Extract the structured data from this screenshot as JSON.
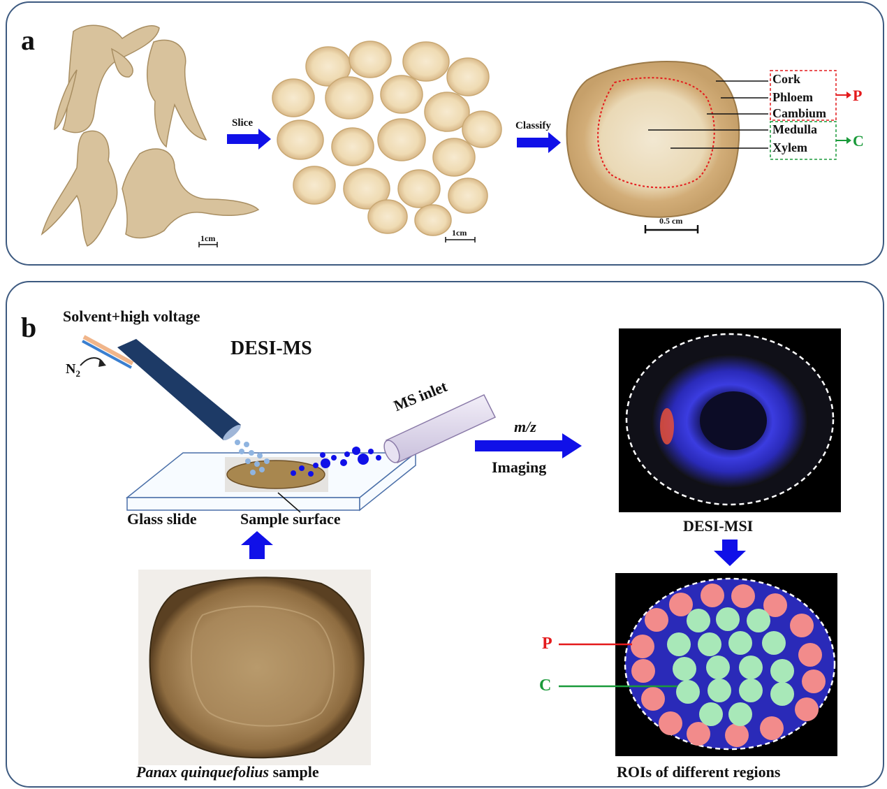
{
  "panel_a": {
    "letter": "a",
    "arrow_slice": "Slice",
    "arrow_classify": "Classify",
    "scale_roots": "1cm",
    "scale_slices": "1cm",
    "scale_section": "0.5 cm",
    "tissue_labels": [
      "Cork",
      "Phloem",
      "Cambium",
      "Medulla",
      "Xylem"
    ],
    "group_p": "P",
    "group_c": "C"
  },
  "panel_b": {
    "letter": "b",
    "solvent": "Solvent+high voltage",
    "n2": "N",
    "n2_sub": "2",
    "desi_ms": "DESI-MS",
    "ms_inlet": "MS inlet",
    "mz": "m/z",
    "imaging": "Imaging",
    "glass_slide": "Glass slide",
    "sample_surface": "Sample surface",
    "sample_italic": "Panax quinquefolius",
    "sample_rest": " sample",
    "desi_msi": "DESI-MSI",
    "roi_title": "ROIs of different regions",
    "roi_p": "P",
    "roi_c": "C"
  },
  "colors": {
    "panel_border": "#3d5a80",
    "arrow_blue": "#1010e8",
    "p_red": "#e41a1c",
    "c_green": "#1a9a3a",
    "ginseng": "#d8c29c",
    "slice_tan": "#f0deb8"
  }
}
